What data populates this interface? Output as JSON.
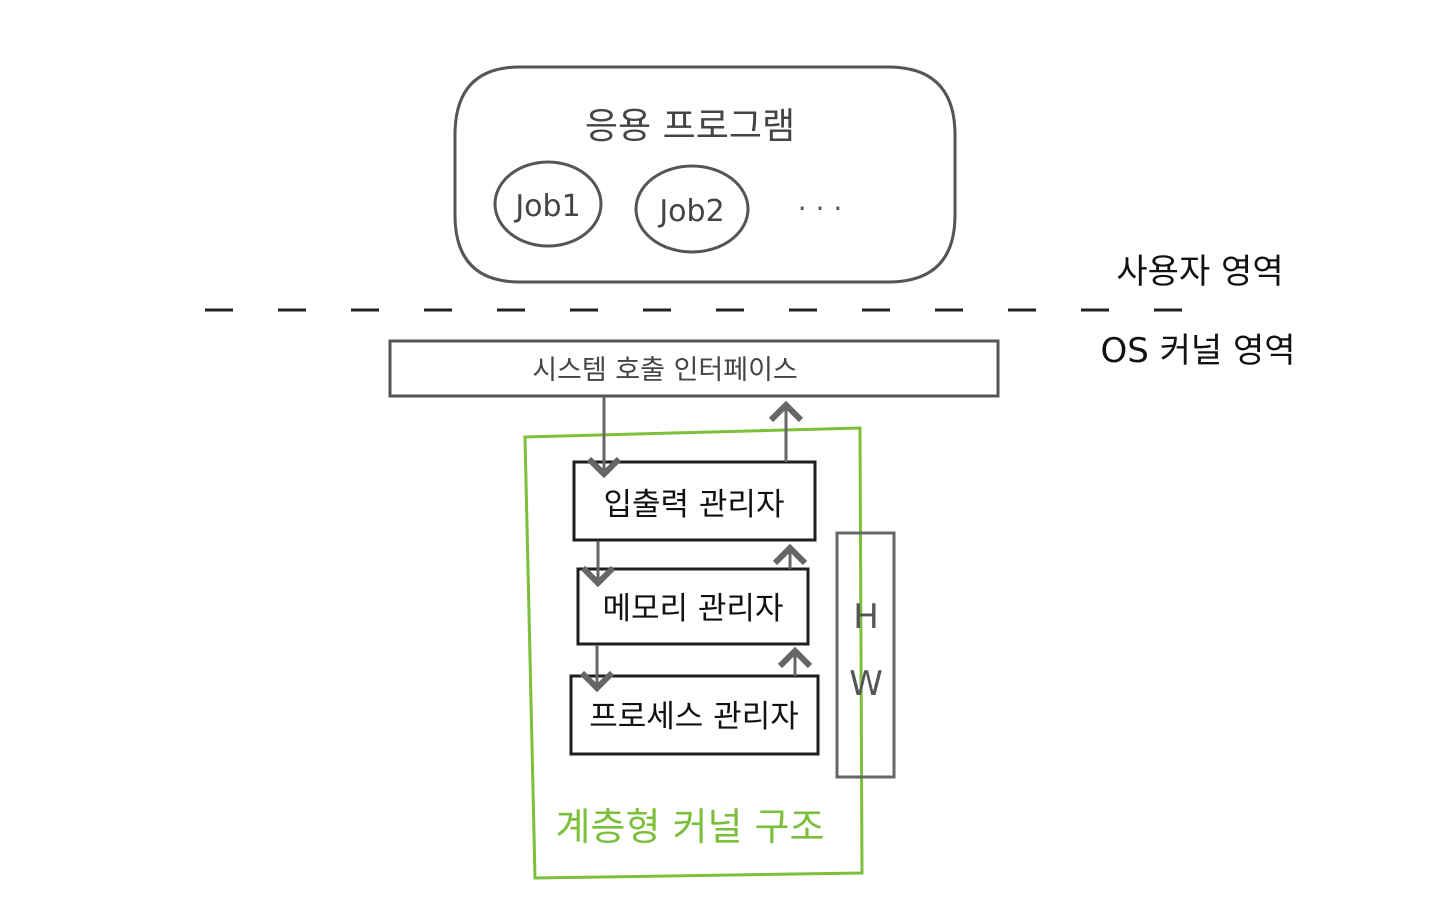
{
  "application_box": {
    "title": "응용 프로그램",
    "jobs": [
      "Job1",
      "Job2"
    ],
    "ellipsis": ". . ."
  },
  "region_labels": {
    "user_space": "사용자 영역",
    "kernel_space": "OS 커널 영역"
  },
  "syscall_interface": {
    "label": "시스템 호출 인터페이스"
  },
  "kernel": {
    "structure_label": "계층형 커널 구조",
    "managers": [
      {
        "label": "입출력 관리자"
      },
      {
        "label": "메모리 관리자"
      },
      {
        "label": "프로세스 관리자"
      }
    ],
    "hardware_lines": [
      "H",
      "W"
    ]
  },
  "colors": {
    "stroke": "#555555",
    "kernel_stroke": "#1e1e1e",
    "text_dark": "#111111",
    "text_gray": "#444444",
    "kernel_boundary": "#7cbf3a"
  }
}
